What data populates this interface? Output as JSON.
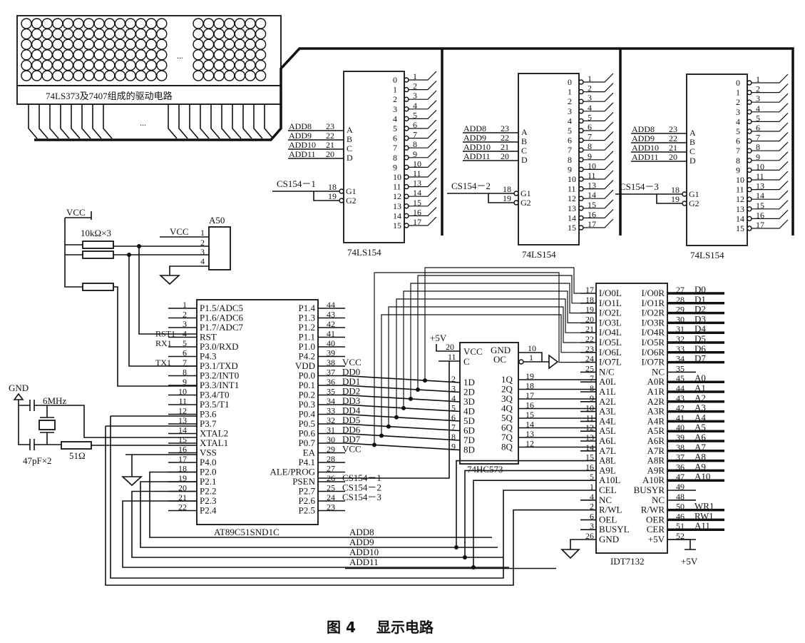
{
  "led_panel": {
    "driver_label": "74LS373及7407组成的驱动电路",
    "ellipsis": "...",
    "left_matrix": {
      "rows": 6,
      "cols": 14
    },
    "right_matrix": {
      "rows": 6,
      "cols": 7
    }
  },
  "decoders": [
    {
      "part": "74LS154",
      "cs": "CS154－1",
      "addr": [
        "ADD8",
        "ADD9",
        "ADD10",
        "ADD11"
      ],
      "addr_pins": [
        "23",
        "22",
        "21",
        "20"
      ],
      "inputs": [
        "A",
        "B",
        "C",
        "D"
      ],
      "g_pins": [
        "18",
        "19"
      ],
      "g_labels": [
        "G1",
        "G2"
      ]
    },
    {
      "part": "74LS154",
      "cs": "CS154－2",
      "addr": [
        "ADD8",
        "ADD9",
        "ADD10",
        "ADD11"
      ],
      "addr_pins": [
        "23",
        "22",
        "21",
        "20"
      ],
      "inputs": [
        "A",
        "B",
        "C",
        "D"
      ],
      "g_pins": [
        "18",
        "19"
      ],
      "g_labels": [
        "G1",
        "G2"
      ]
    },
    {
      "part": "74LS154",
      "cs": "CS154－3",
      "addr": [
        "ADD8",
        "ADD9",
        "ADD10",
        "ADD11"
      ],
      "addr_pins": [
        "23",
        "22",
        "21",
        "20"
      ],
      "inputs": [
        "A",
        "B",
        "C",
        "D"
      ],
      "g_pins": [
        "18",
        "19"
      ],
      "g_labels": [
        "G1",
        "G2"
      ]
    }
  ],
  "decoder_outputs": [
    "0",
    "1",
    "2",
    "3",
    "4",
    "5",
    "6",
    "7",
    "8",
    "9",
    "10",
    "11",
    "12",
    "13",
    "14",
    "15"
  ],
  "decoder_out_pins": [
    "1",
    "2",
    "3",
    "4",
    "5",
    "6",
    "7",
    "8",
    "9",
    "10",
    "11",
    "13",
    "14",
    "15",
    "16",
    "17"
  ],
  "power_connector": {
    "name": "A50",
    "vcc_label": "VCC",
    "pins": [
      "1",
      "2",
      "3",
      "4"
    ],
    "resistor_label": "10kΩ×3"
  },
  "mcu": {
    "part": "AT89C51SND1C",
    "left_pins": [
      {
        "num": "1",
        "name": "P1.5/ADC5",
        "net": ""
      },
      {
        "num": "2",
        "name": "P1.6/ADC6",
        "net": ""
      },
      {
        "num": "3",
        "name": "P1.7/ADC7",
        "net": ""
      },
      {
        "num": "4",
        "name": "RST",
        "net": "RST1"
      },
      {
        "num": "5",
        "name": "P3.0/RXD",
        "net": "RX1"
      },
      {
        "num": "6",
        "name": "P4.3",
        "net": ""
      },
      {
        "num": "7",
        "name": "P3.1/TXD",
        "net": "TX1"
      },
      {
        "num": "8",
        "name": "P3.2/INT0",
        "net": ""
      },
      {
        "num": "9",
        "name": "P3.3/INT1",
        "net": ""
      },
      {
        "num": "10",
        "name": "P3.4/T0",
        "net": ""
      },
      {
        "num": "11",
        "name": "P3.5/T1",
        "net": ""
      },
      {
        "num": "12",
        "name": "P3.6",
        "net": ""
      },
      {
        "num": "13",
        "name": "P3.7",
        "net": ""
      },
      {
        "num": "14",
        "name": "XTAL2",
        "net": ""
      },
      {
        "num": "15",
        "name": "XTAL1",
        "net": ""
      },
      {
        "num": "16",
        "name": "VSS",
        "net": ""
      },
      {
        "num": "17",
        "name": "P4.0",
        "net": ""
      },
      {
        "num": "18",
        "name": "P2.0",
        "net": ""
      },
      {
        "num": "19",
        "name": "P2.1",
        "net": ""
      },
      {
        "num": "20",
        "name": "P2.2",
        "net": ""
      },
      {
        "num": "21",
        "name": "P2.3",
        "net": ""
      },
      {
        "num": "22",
        "name": "P2.4",
        "net": ""
      }
    ],
    "right_pins": [
      {
        "num": "44",
        "name": "P1.4",
        "net": ""
      },
      {
        "num": "43",
        "name": "P1.3",
        "net": ""
      },
      {
        "num": "42",
        "name": "P1.2",
        "net": ""
      },
      {
        "num": "41",
        "name": "P1.1",
        "net": ""
      },
      {
        "num": "40",
        "name": "P1.0",
        "net": ""
      },
      {
        "num": "39",
        "name": "P4.2",
        "net": ""
      },
      {
        "num": "38",
        "name": "VDD",
        "net": "VCC"
      },
      {
        "num": "37",
        "name": "P0.0",
        "net": "DD0"
      },
      {
        "num": "36",
        "name": "P0.1",
        "net": "DD1"
      },
      {
        "num": "35",
        "name": "P0.2",
        "net": "DD2"
      },
      {
        "num": "34",
        "name": "P0.3",
        "net": "DD3"
      },
      {
        "num": "33",
        "name": "P0.4",
        "net": "DD4"
      },
      {
        "num": "32",
        "name": "P0.5",
        "net": "DD5"
      },
      {
        "num": "31",
        "name": "P0.6",
        "net": "DD6"
      },
      {
        "num": "30",
        "name": "P0.7",
        "net": "DD7"
      },
      {
        "num": "29",
        "name": "EA",
        "net": "VCC"
      },
      {
        "num": "28",
        "name": "P4.1",
        "net": ""
      },
      {
        "num": "27",
        "name": "ALE/PROG",
        "net": ""
      },
      {
        "num": "26",
        "name": "PSEN",
        "net": "CS154－1"
      },
      {
        "num": "25",
        "name": "P2.7",
        "net": "CS154－2"
      },
      {
        "num": "24",
        "name": "P2.6",
        "net": "CS154－3"
      },
      {
        "num": "23",
        "name": "P2.5",
        "net": ""
      }
    ]
  },
  "crystal": {
    "gnd_label": "GND",
    "freq": "6MHz",
    "caps": "47pF×2",
    "resistor": "51Ω"
  },
  "latch": {
    "part": "74HC573",
    "supply": "+5V",
    "top_left": [
      {
        "num": "20",
        "name": "VCC"
      },
      {
        "num": "11",
        "name": "C"
      }
    ],
    "top_right": [
      {
        "num": "10",
        "name": "GND"
      },
      {
        "num": "1",
        "name": "OC"
      }
    ],
    "inputs": [
      {
        "num": "2",
        "name": "1D"
      },
      {
        "num": "3",
        "name": "2D"
      },
      {
        "num": "4",
        "name": "3D"
      },
      {
        "num": "5",
        "name": "4D"
      },
      {
        "num": "6",
        "name": "5D"
      },
      {
        "num": "7",
        "name": "6D"
      },
      {
        "num": "8",
        "name": "7D"
      },
      {
        "num": "9",
        "name": "8D"
      }
    ],
    "outputs": [
      {
        "num": "19",
        "name": "1Q"
      },
      {
        "num": "18",
        "name": "2Q"
      },
      {
        "num": "17",
        "name": "3Q"
      },
      {
        "num": "16",
        "name": "4Q"
      },
      {
        "num": "15",
        "name": "5Q"
      },
      {
        "num": "14",
        "name": "6Q"
      },
      {
        "num": "13",
        "name": "7Q"
      },
      {
        "num": "12",
        "name": "8Q"
      }
    ]
  },
  "dpram": {
    "part": "IDT7132",
    "supply": "+5V",
    "left_pins": [
      {
        "num": "17",
        "name": "I/O0L"
      },
      {
        "num": "18",
        "name": "I/O1L"
      },
      {
        "num": "19",
        "name": "I/O2L"
      },
      {
        "num": "20",
        "name": "I/O3L"
      },
      {
        "num": "21",
        "name": "I/O4L"
      },
      {
        "num": "22",
        "name": "I/O5L"
      },
      {
        "num": "23",
        "name": "I/O6L"
      },
      {
        "num": "24",
        "name": "I/O7L"
      },
      {
        "num": "25",
        "name": "N/C"
      },
      {
        "num": "7",
        "name": "A0L"
      },
      {
        "num": "8",
        "name": "A1L"
      },
      {
        "num": "9",
        "name": "A2L"
      },
      {
        "num": "10",
        "name": "A3L"
      },
      {
        "num": "11",
        "name": "A4L"
      },
      {
        "num": "12",
        "name": "A5L"
      },
      {
        "num": "13",
        "name": "A6L"
      },
      {
        "num": "14",
        "name": "A7L"
      },
      {
        "num": "15",
        "name": "A8L"
      },
      {
        "num": "16",
        "name": "A9L"
      },
      {
        "num": "5",
        "name": "A10L"
      },
      {
        "num": "1",
        "name": "CEL"
      },
      {
        "num": "4",
        "name": "NC"
      },
      {
        "num": "2",
        "name": "R/WL"
      },
      {
        "num": "6",
        "name": "OEL"
      },
      {
        "num": "3",
        "name": "BUSYL"
      },
      {
        "num": "26",
        "name": "GND"
      }
    ],
    "right_pins": [
      {
        "num": "27",
        "name": "I/O0R",
        "net": "D0"
      },
      {
        "num": "28",
        "name": "I/O1R",
        "net": "D1"
      },
      {
        "num": "29",
        "name": "I/O2R",
        "net": "D2"
      },
      {
        "num": "30",
        "name": "I/O3R",
        "net": "D3"
      },
      {
        "num": "31",
        "name": "I/O4R",
        "net": "D4"
      },
      {
        "num": "32",
        "name": "I/O5R",
        "net": "D5"
      },
      {
        "num": "33",
        "name": "I/O6R",
        "net": "D6"
      },
      {
        "num": "34",
        "name": "I/O7R",
        "net": "D7"
      },
      {
        "num": "35",
        "name": "NC",
        "net": ""
      },
      {
        "num": "45",
        "name": "A0R",
        "net": "A0"
      },
      {
        "num": "44",
        "name": "A1R",
        "net": "A1"
      },
      {
        "num": "43",
        "name": "A2R",
        "net": "A2"
      },
      {
        "num": "42",
        "name": "A3R",
        "net": "A3"
      },
      {
        "num": "41",
        "name": "A4R",
        "net": "A4"
      },
      {
        "num": "40",
        "name": "A5R",
        "net": "A5"
      },
      {
        "num": "39",
        "name": "A6R",
        "net": "A6"
      },
      {
        "num": "38",
        "name": "A7R",
        "net": "A7"
      },
      {
        "num": "37",
        "name": "A8R",
        "net": "A8"
      },
      {
        "num": "36",
        "name": "A9R",
        "net": "A9"
      },
      {
        "num": "47",
        "name": "A10R",
        "net": "A10"
      },
      {
        "num": "49",
        "name": "BUSYR",
        "net": ""
      },
      {
        "num": "48",
        "name": "NC",
        "net": ""
      },
      {
        "num": "50",
        "name": "R/WR",
        "net": "WR1"
      },
      {
        "num": "46",
        "name": "OER",
        "net": "RW1"
      },
      {
        "num": "51",
        "name": "CER",
        "net": "A11"
      },
      {
        "num": "52",
        "name": "+5V",
        "net": ""
      }
    ]
  },
  "address_bus_labels": [
    "ADD8",
    "ADD9",
    "ADD10",
    "ADD11"
  ],
  "caption": {
    "figure": "图 4",
    "title": "显示电路"
  }
}
